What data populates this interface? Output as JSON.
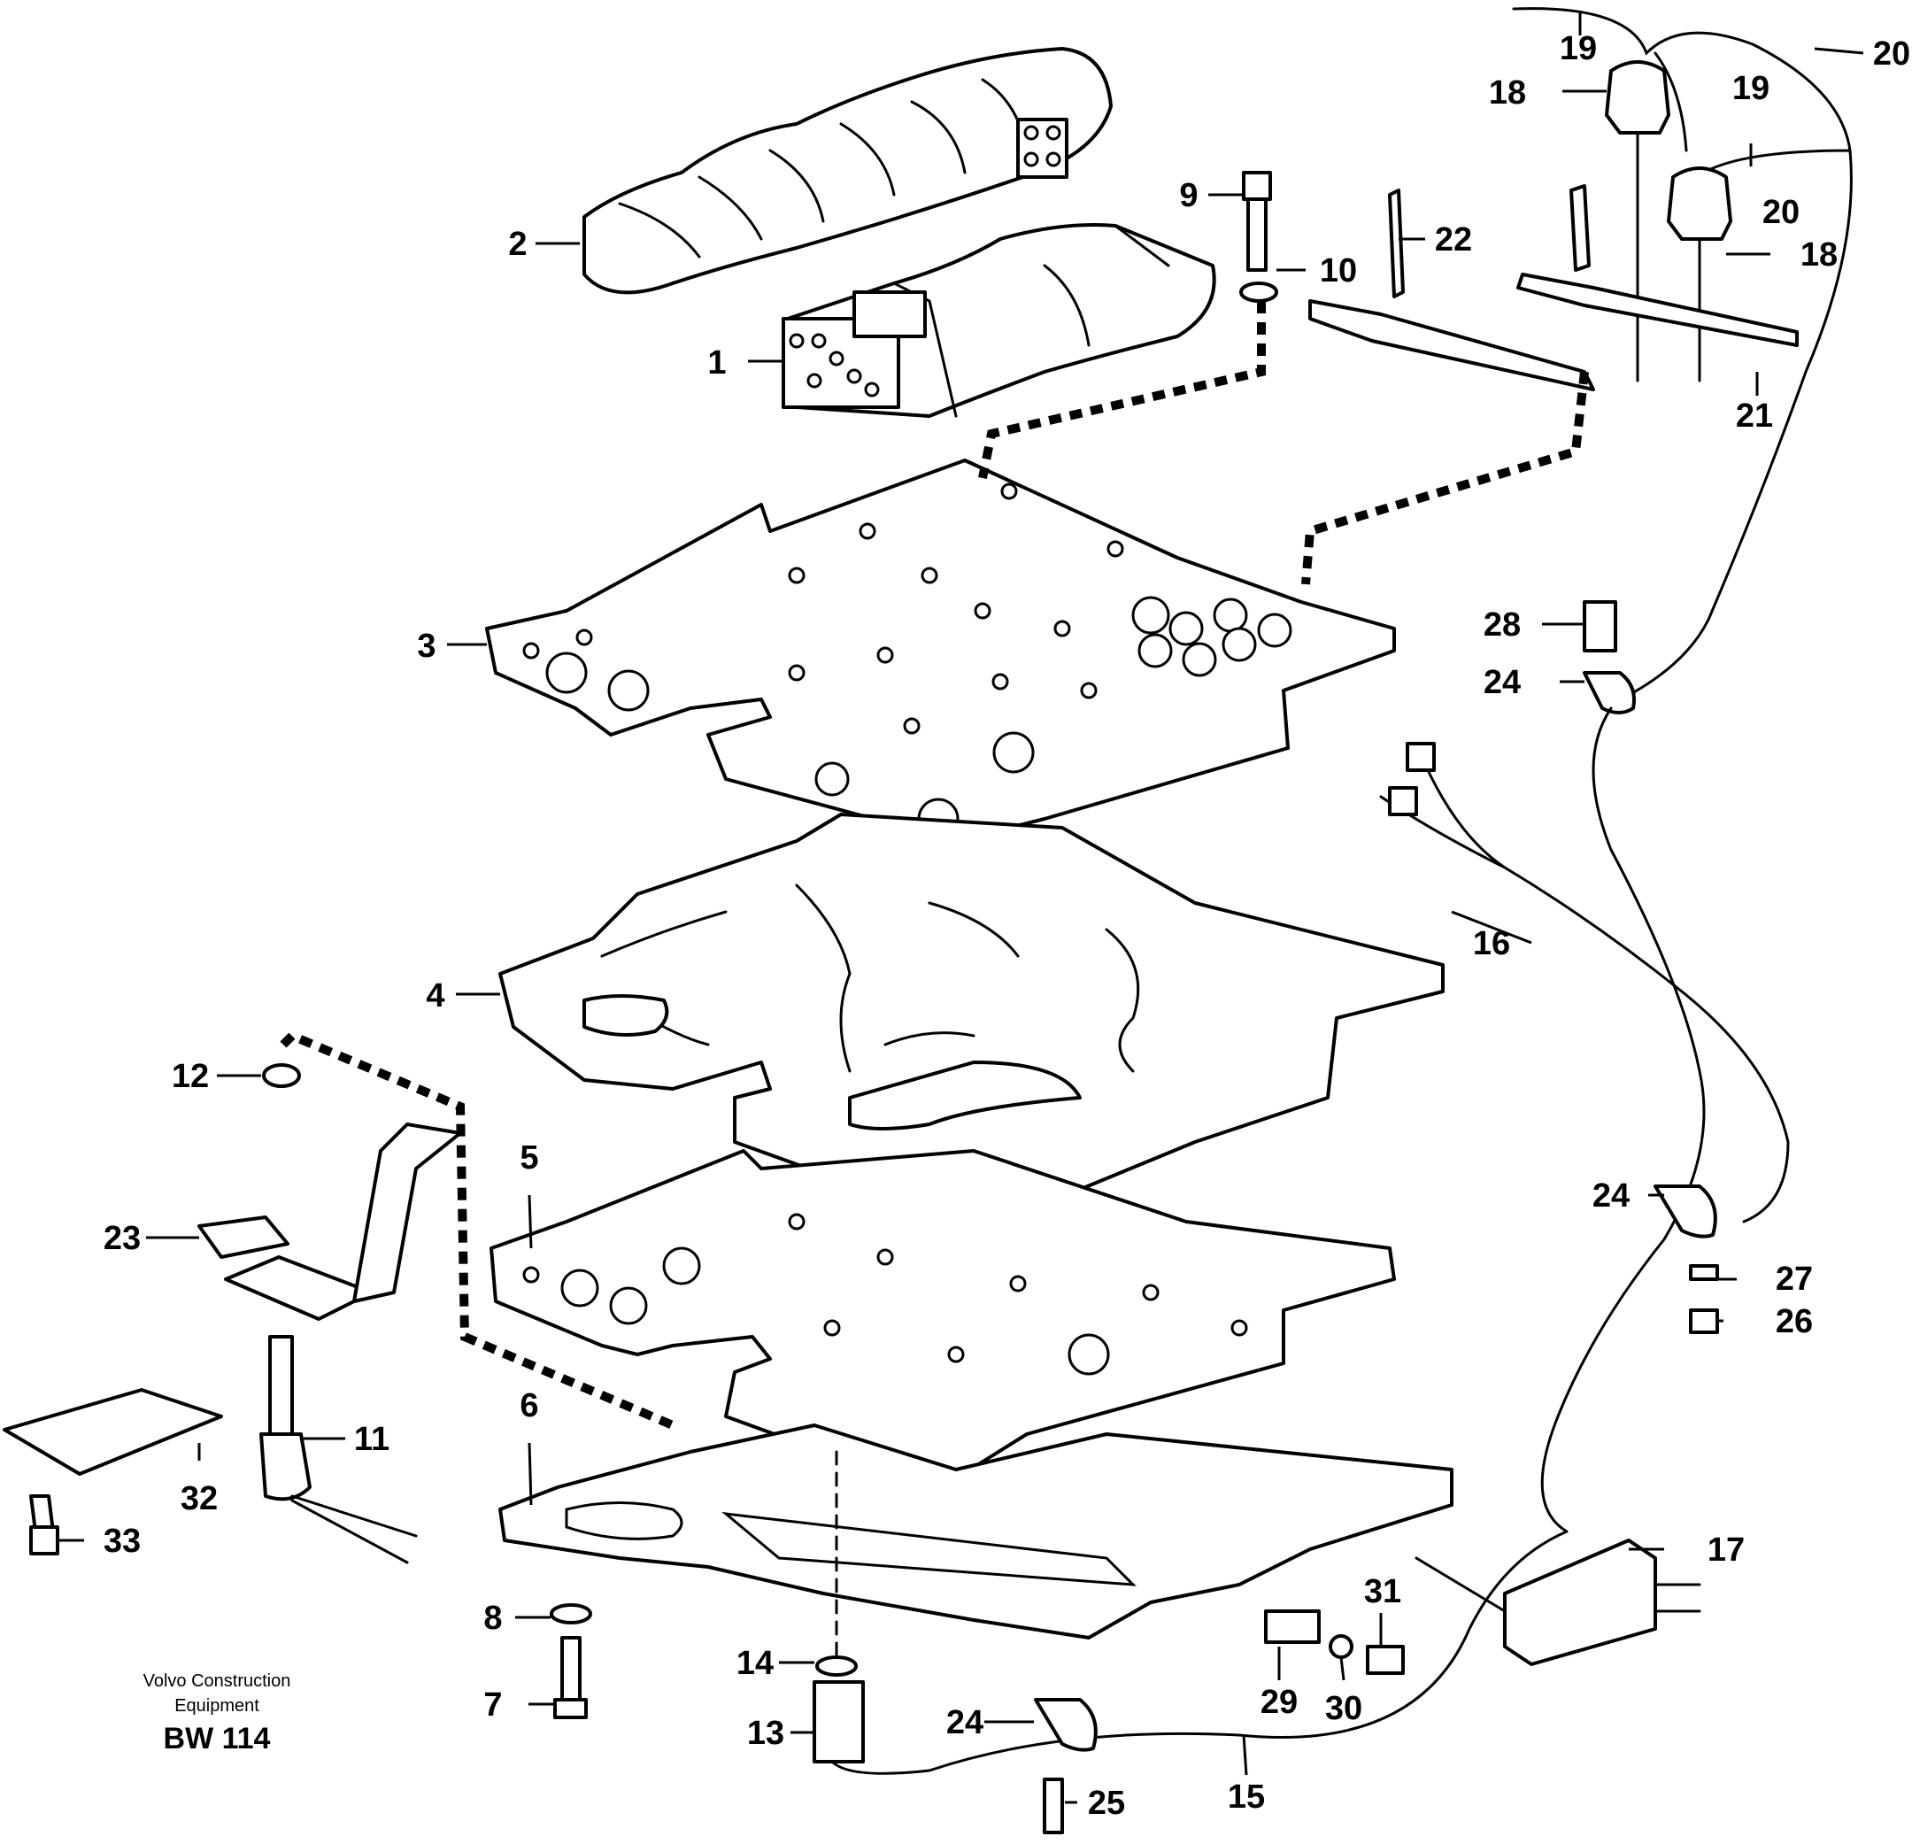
{
  "callouts": [
    "1",
    "2",
    "3",
    "4",
    "5",
    "6",
    "7",
    "8",
    "9",
    "10",
    "11",
    "12",
    "13",
    "14",
    "15",
    "16",
    "17",
    "18",
    "18",
    "19",
    "19",
    "20",
    "20",
    "21",
    "22",
    "23",
    "24",
    "24",
    "24",
    "25",
    "26",
    "27",
    "28",
    "29",
    "30",
    "31",
    "32",
    "33"
  ],
  "footer": {
    "line1": "Volvo Construction",
    "line2": "Equipment",
    "code": "BW 114"
  }
}
